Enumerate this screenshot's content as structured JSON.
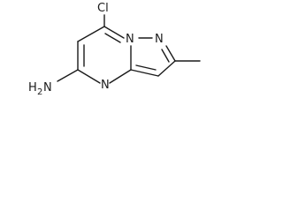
{
  "molecule": {
    "atoms": {
      "chlorine": "Cl",
      "n_pyrazole_right": "N",
      "n_bridgehead": "N",
      "n_pyrimidine": "N",
      "amine_h": "H",
      "amine_h_subscript": "2",
      "amine_n": "N"
    }
  }
}
